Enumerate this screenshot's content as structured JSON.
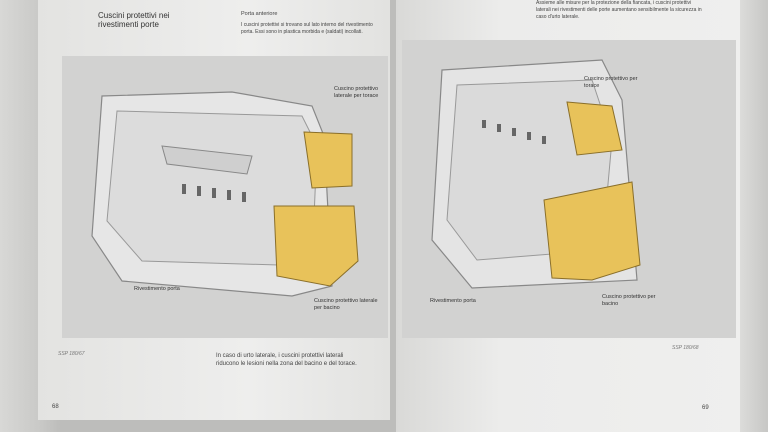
{
  "left_page": {
    "title": "Cuscini protettivi nei rivestimenti porte",
    "subtitle": "Porta anteriore",
    "intro": "I cuscini protettivi si trovano sul lato interno del rivestimento porta. Essi sono in plastica morbida e (saldati) incollati.",
    "labels": {
      "chest": "Cuscino protettivo laterale per torace",
      "door": "Rivestimento porta",
      "pelvis": "Cuscino protettivo laterale per bacino"
    },
    "figure_code": "SSP 180/67",
    "caption": "In caso di urto laterale, i cuscini protettivi laterali riducono le lesioni nella zona del bacino e del torace.",
    "page_number": "68"
  },
  "right_page": {
    "intro": "Assieme alle misure per la protezione della fiancata, i cuscini protettivi laterali nei rivestimenti delle porte aumentano sensibilmente la sicurezza in caso d'urto laterale.",
    "labels": {
      "chest": "Cuscino protettivo per torace",
      "door": "Rivestimento porta",
      "pelvis": "Cuscino protettivo per bacino"
    },
    "figure_code": "SSP 180/68",
    "page_number": "69"
  },
  "colors": {
    "cushion": "#e8c25a",
    "figure_bg": "#d2d2d1",
    "page": "#ebebea"
  }
}
